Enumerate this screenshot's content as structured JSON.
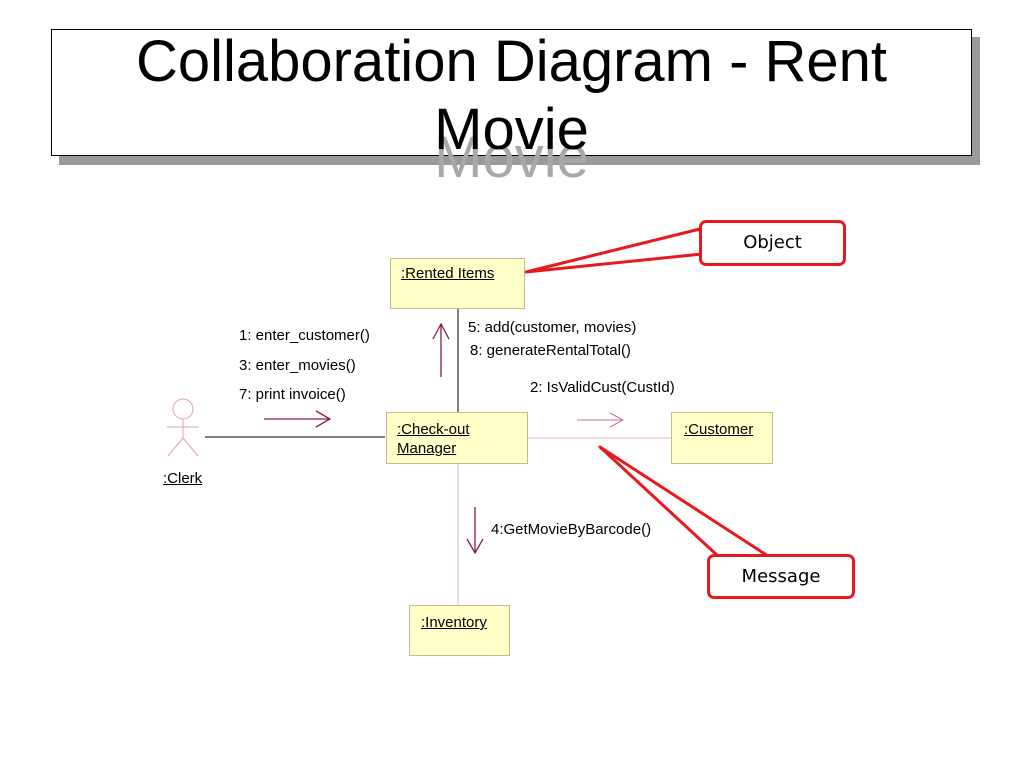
{
  "title": {
    "line1": "Collaboration Diagram - Rent",
    "line2": "Movie"
  },
  "objects": {
    "rented_items": ":Rented Items",
    "checkout_manager_line1": ":Check-out",
    "checkout_manager_line2": "Manager",
    "customer": ":Customer",
    "inventory": ":Inventory"
  },
  "actor": {
    "clerk": ":Clerk"
  },
  "messages": {
    "m1": "1: enter_customer()",
    "m3": "3: enter_movies()",
    "m7": "7: print invoice()",
    "m5": "5: add(customer, movies)",
    "m8": "8: generateRentalTotal()",
    "m2": "2: IsValidCust(CustId)",
    "m4": "4:GetMovieByBarcode()"
  },
  "callouts": {
    "object": "Object",
    "message": "Message"
  },
  "colors": {
    "object_fill": "#ffffc8",
    "link_maroon": "#8b1a4a",
    "callout_red": "#e8191d",
    "title_shadow": "#9a9a9a"
  }
}
